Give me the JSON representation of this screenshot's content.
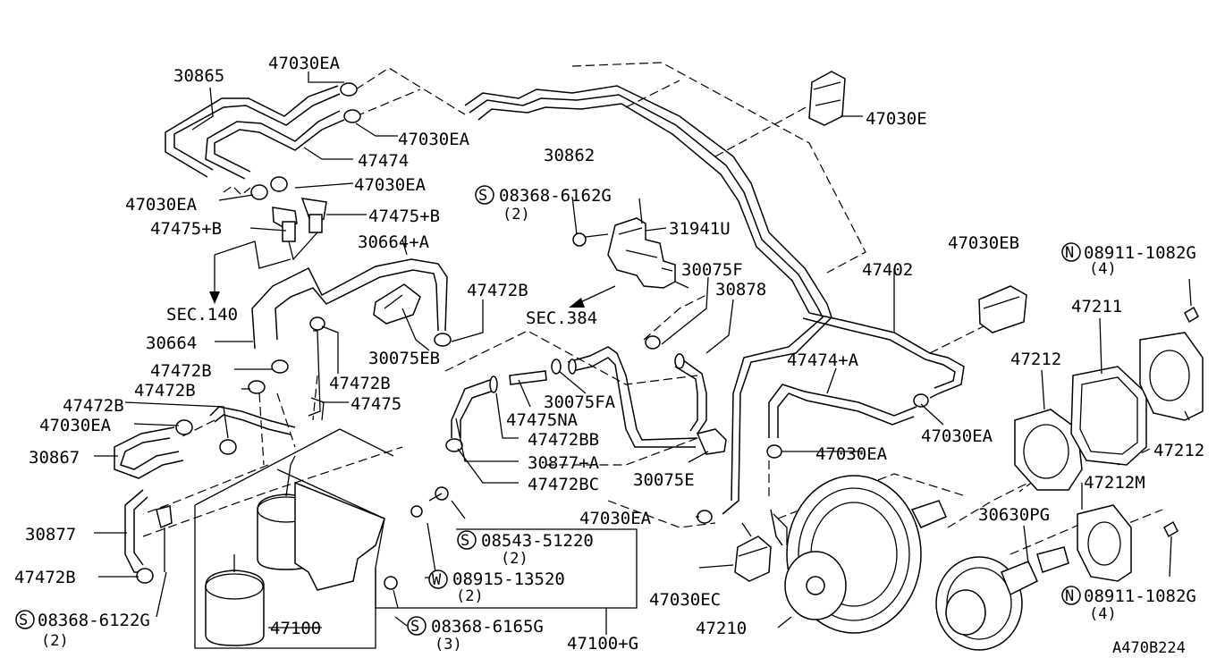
{
  "labels": {
    "p30865": "30865",
    "p47030EA_1": "47030EA",
    "p47030EA_2": "47030EA",
    "p47474": "47474",
    "p47030EA_3": "47030EA",
    "p30862": "30862",
    "p47030E": "47030E",
    "p47030EA_4": "47030EA",
    "p47475B_r": "47475+B",
    "p47475B_l": "47475+B",
    "p30664A": "30664+A",
    "sec140": "SEC.140",
    "p30664": "30664",
    "p30075EB": "30075EB",
    "p47472B_1": "47472B",
    "p47472B_2": "47472B",
    "p47472B_3": "47472B",
    "p47472B_4": "47472B",
    "p47472B_5": "47472B",
    "p47475": "47475",
    "p47030EA_5": "47030EA",
    "p30867": "30867",
    "p30877": "30877",
    "p47472B_6": "47472B",
    "s08368_6122G": "08368-6122G",
    "s08368_6122G_qty": "(2)",
    "s08368_6162G": "08368-6162G",
    "s08368_6162G_qty": "(2)",
    "p31941U": "31941U",
    "sec384": "SEC.384",
    "p30075F": "30075F",
    "p30878": "30878",
    "p30075FA": "30075FA",
    "p47475NA": "47475NA",
    "p47472BB": "47472BB",
    "p30877A": "30877+A",
    "p47472BC": "47472BC",
    "p30075E": "30075E",
    "p47030EB": "47030EB",
    "p47402": "47402",
    "n08911_1082G_top": "08911-1082G",
    "n08911_1082G_top_qty": "(4)",
    "p47211": "47211",
    "p47212_1": "47212",
    "p47212_2": "47212",
    "p47474A": "47474+A",
    "p47030EA_6": "47030EA",
    "p47030EA_7": "47030EA",
    "p47212M": "47212M",
    "p30630PG": "30630PG",
    "p47030EA_8": "47030EA",
    "s08543_51220": "08543-51220",
    "s08543_51220_qty": "(2)",
    "w08915_13520": "08915-13520",
    "w08915_13520_qty": "(2)",
    "p47030EC": "47030EC",
    "n08911_1082G_bot": "08911-1082G",
    "n08911_1082G_bot_qty": "(4)",
    "p47210": "47210",
    "s08368_6165G": "08368-6165G",
    "s08368_6165G_qty": "(3)",
    "p47100": "47100",
    "p47100G": "47100+G",
    "ref_code": "A470B224"
  },
  "symbols": {
    "s": "S",
    "n": "N",
    "w": "W"
  }
}
